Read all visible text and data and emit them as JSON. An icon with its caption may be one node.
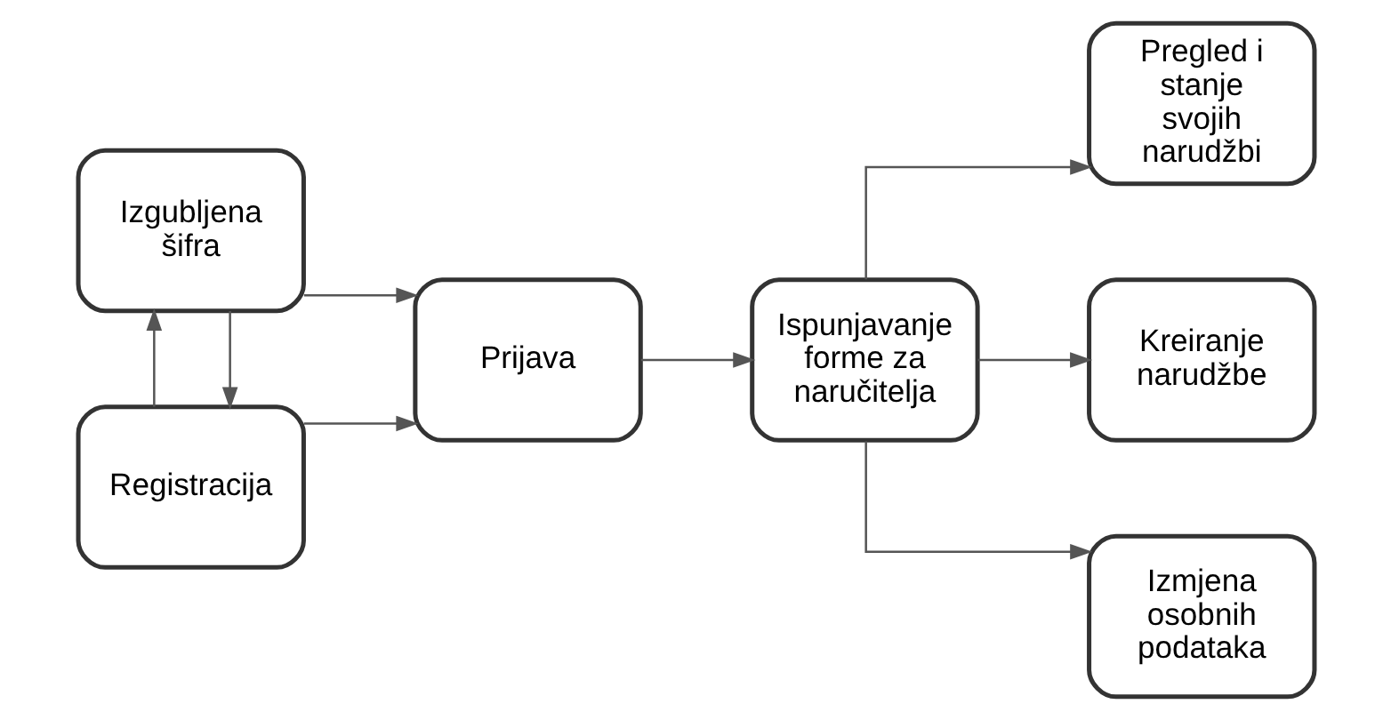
{
  "diagram": {
    "nodes": [
      {
        "text": [
          "Registracija"
        ]
      },
      {
        "text": [
          "Izgubljena šifra"
        ]
      },
      {
        "text": [
          "Prijava"
        ]
      },
      {
        "text": [
          "Ispunjavanje forme za naručitelja"
        ]
      },
      {
        "text": [
          "Pregled i stanje svojih narudžbi"
        ]
      },
      {
        "text": [
          "Kreiranje narudžbe"
        ]
      },
      {
        "text": [
          "Izmjena osobnih podataka"
        ]
      }
    ],
    "edges": [
      {
        "from": 0,
        "to": 1,
        "arrow": "to"
      },
      {
        "from": 1,
        "to": 0,
        "arrow": "to"
      },
      {
        "from": 0,
        "to": 2,
        "arrow": "to"
      },
      {
        "from": 1,
        "to": 2,
        "arrow": "to"
      },
      {
        "from": 2,
        "to": 3,
        "arrow": "to"
      },
      {
        "from": 3,
        "to": 4,
        "arrow": "to"
      },
      {
        "from": 3,
        "to": 5,
        "arrow": "to"
      },
      {
        "from": 3,
        "to": 6,
        "arrow": "to"
      }
    ]
  }
}
